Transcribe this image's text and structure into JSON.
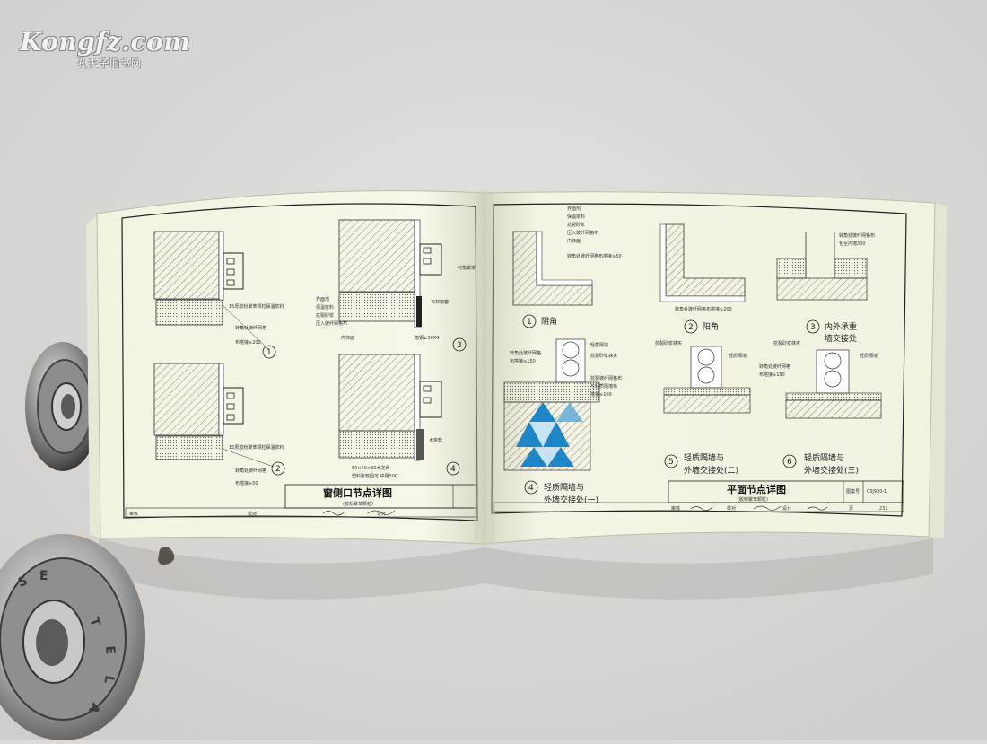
{
  "watermark": {
    "brand": "Kongfz.com",
    "subtitle": "孔夫子旧书网"
  },
  "left_page": {
    "title": "窗侧口节点详图",
    "subtitle": "(胶粉聚苯颗粒)",
    "footer_cells": [
      "审核",
      "校对",
      "设计"
    ],
    "labels": {
      "d1_note1": "15厚胶粉聚苯颗粒保温浆料",
      "d1_note2": "转角处玻纤网格",
      "d1_note3": "布搭接≥200",
      "d3_a": "界面剂",
      "d3_b": "保温浆料",
      "d3_c": "抗裂砂浆",
      "d3_d": "压入玻纤网格布",
      "d3_e": "内饰面",
      "d3_f": "石材窗套",
      "d3_g": "角钢∠50X4",
      "d3_h": "衬角聚苯",
      "d2_note1": "15厚胶粉聚苯颗粒保温浆料",
      "d2_note2": "转角处玻纤网格",
      "d2_note3": "布搭接≥50",
      "d4_a": "木窗套",
      "d4_b": "50×50×60木龙骨",
      "d4_c": "塑料胀管固定 中距500"
    },
    "circles": [
      "1",
      "2",
      "3",
      "4"
    ]
  },
  "right_page": {
    "title": "平面节点详图",
    "subtitle": "(胶粉聚苯颗粒)",
    "atlas_label": "图集号",
    "atlas_no": "03J930-1",
    "page_label": "页",
    "page_no": "231",
    "footer_cells": [
      "审核",
      "校对",
      "设计"
    ],
    "legend_top": [
      "界面剂",
      "保温浆料",
      "抗裂砂浆",
      "压入玻纤网格布",
      "内饰面",
      "转角处玻纤网格布搭接≥50"
    ],
    "captions": {
      "c1": "阴角",
      "c2": "阳角",
      "c3a": "内外承重",
      "c3b": "墙交接处",
      "c4a": "轻质隔墙与",
      "c4b": "外墙交接处(一)",
      "c5a": "轻质隔墙与",
      "c5b": "外墙交接处(二)",
      "c6a": "轻质隔墙与",
      "c6b": "外墙交接处(三)"
    },
    "labels": {
      "d2_note": "转角处玻纤网格布搭接≥200",
      "d3_note1": "转角处玻纤网格布",
      "d3_note2": "包至内墙300",
      "d4_a": "转角处玻纤网格",
      "d4_b": "布搭接≥150",
      "d4_c": "抗裂砂浆抹实",
      "d4_d": "轻质隔墙",
      "d4_e": "抗裂玻纤网格布",
      "d4_f": "与轻质隔墙布",
      "d4_g": "搭接≥100",
      "d5_a": "抗裂砂浆抹实",
      "d5_b": "轻质隔墙",
      "d6_a": "抗裂砂浆抹实",
      "d6_b": "轻质隔墙",
      "d6_c": "转角处玻纤网格",
      "d6_d": "布搭接≥150"
    },
    "circles": [
      "1",
      "2",
      "3",
      "4",
      "5",
      "6"
    ]
  },
  "plate_lettering": "TEL·EL·A·SE"
}
